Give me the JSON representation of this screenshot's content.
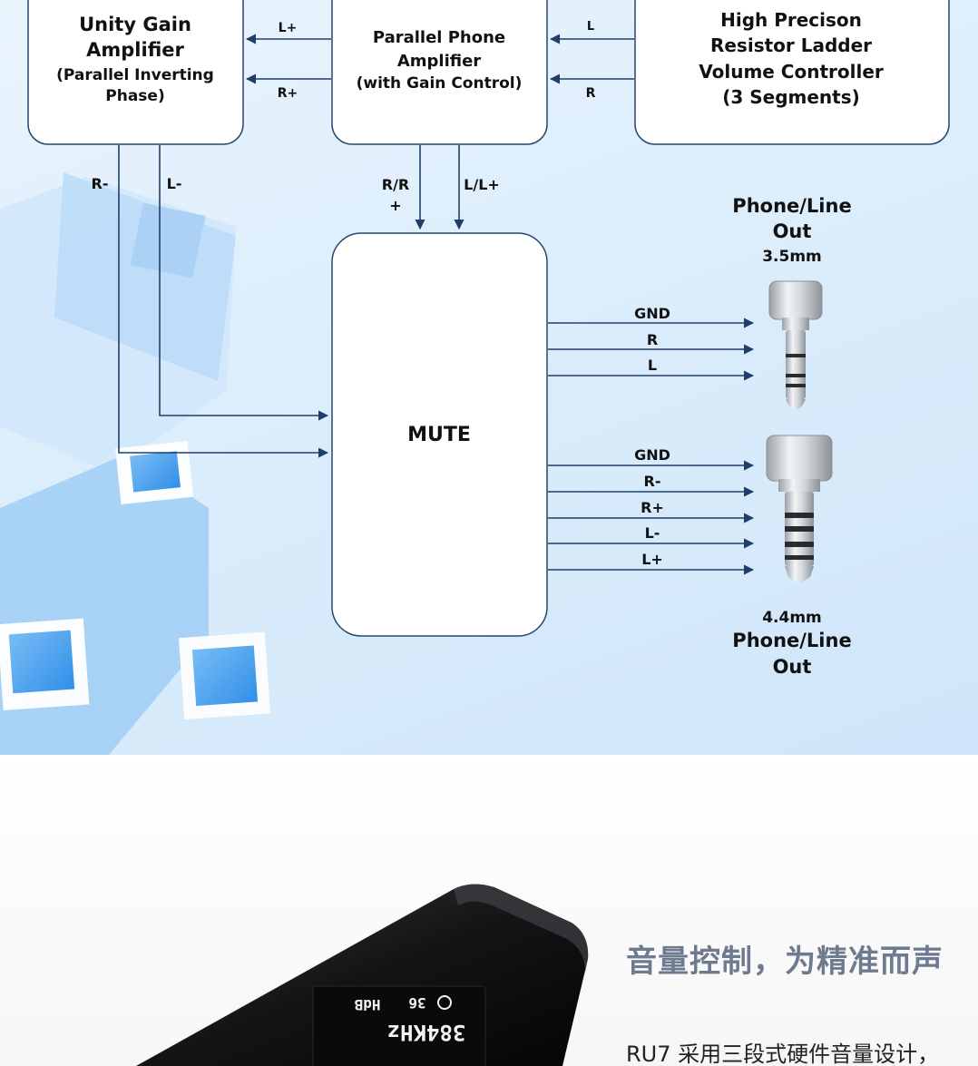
{
  "blocks": {
    "unity_gain": [
      "Unity Gain",
      "Amplifier",
      "(Parallel Inverting",
      "Phase)"
    ],
    "parallel_phone": [
      "Parallel Phone",
      "Amplifier",
      "(with Gain Control)"
    ],
    "resistor_ladder": [
      "High Precison",
      "Resistor Ladder",
      "Volume Controller",
      "(3 Segments)"
    ],
    "mute": "MUTE"
  },
  "signals": {
    "parallel_to_unity": [
      "L+",
      "R+"
    ],
    "ladder_to_parallel": [
      "L",
      "R"
    ],
    "unity_down": [
      "R-",
      "L-"
    ],
    "parallel_down": [
      "R/R",
      "+",
      "L/L+"
    ],
    "out_35": [
      "GND",
      "R",
      "L"
    ],
    "out_44": [
      "GND",
      "R-",
      "R+",
      "L-",
      "L+"
    ]
  },
  "outputs": {
    "jack_35": [
      "Phone/Line",
      "Out",
      "3.5mm"
    ],
    "jack_44": [
      "4.4mm",
      "Phone/Line",
      "Out"
    ]
  },
  "device_screen": {
    "rate": "384KHz",
    "mode": "HdB",
    "volume": "36"
  },
  "feature": {
    "title": "音量控制，为精准而声",
    "description": "RU7 采用三段式硬件音量设计，"
  },
  "colors": {
    "line": "#1f3f6a",
    "block_border": "#27476f",
    "block_fill": "#ffffff",
    "feature_title": "#6e7b8e"
  }
}
